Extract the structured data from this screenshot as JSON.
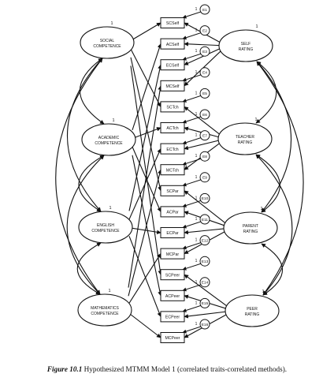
{
  "traits": [
    {
      "id": "sc",
      "lines": [
        "SOCIAL",
        "COMPETENCE"
      ],
      "loading": "1"
    },
    {
      "id": "ac",
      "lines": [
        "ACADEMIC",
        "COMPETENCE"
      ],
      "loading": "1"
    },
    {
      "id": "ec",
      "lines": [
        "ENGLISH",
        "COMPETENCE"
      ],
      "loading": "1"
    },
    {
      "id": "mc",
      "lines": [
        "MATHEMATICS",
        "COMPETENCE"
      ],
      "loading": "1"
    }
  ],
  "methods": [
    {
      "id": "self",
      "lines": [
        "SELF",
        "RATING"
      ],
      "loading": "1"
    },
    {
      "id": "teacher",
      "lines": [
        "TEACHER",
        "RATING"
      ],
      "loading": "1"
    },
    {
      "id": "parent",
      "lines": [
        "PARENT",
        "RATING"
      ],
      "loading": "1"
    },
    {
      "id": "peer",
      "lines": [
        "PEER",
        "RATING"
      ],
      "loading": "1"
    }
  ],
  "indicators": [
    "SCSelf",
    "ACSelf",
    "ECSelf",
    "MCSelf",
    "SCTch",
    "ACTch",
    "ECTch",
    "MCTch",
    "SCPar",
    "ACPar",
    "ECPar",
    "MCPar",
    "SCPeer",
    "ACPeer",
    "ECPeer",
    "MCPeer"
  ],
  "errors": [
    "E1",
    "E2",
    "E3",
    "E4",
    "E5",
    "E6",
    "E7",
    "E8",
    "E9",
    "E10",
    "E11",
    "E12",
    "E13",
    "E14",
    "E15",
    "E16"
  ],
  "error_loading": "1",
  "caption": {
    "label": "Figure 10.1",
    "text": "Hypothesized MTMM Model 1 (correlated traits-correlated methods)."
  }
}
